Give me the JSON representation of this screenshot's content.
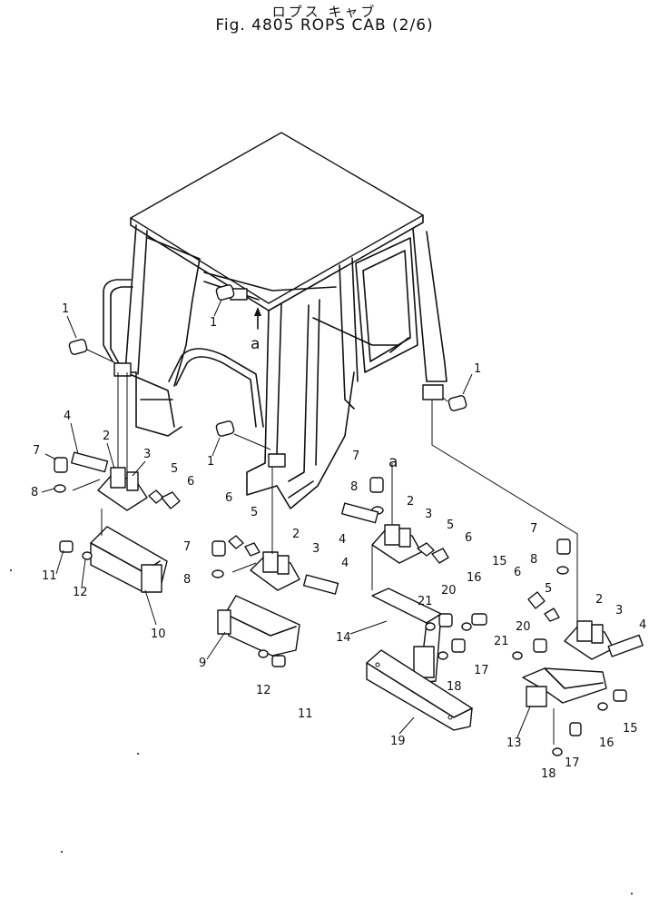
{
  "header": {
    "title_jp": "ロプス キャブ",
    "title_en": "Fig. 4805 ROPS CAB (2/6)"
  },
  "callouts": [
    {
      "id": "c-1a",
      "text": "1"
    },
    {
      "id": "c-1b",
      "text": "1"
    },
    {
      "id": "c-1c",
      "text": "1"
    },
    {
      "id": "c-1d",
      "text": "1"
    },
    {
      "id": "c-a1",
      "text": "a"
    },
    {
      "id": "c-a2",
      "text": "a"
    },
    {
      "id": "c-4a",
      "text": "4"
    },
    {
      "id": "c-2a",
      "text": "2"
    },
    {
      "id": "c-3a",
      "text": "3"
    },
    {
      "id": "c-7a",
      "text": "7"
    },
    {
      "id": "c-8a",
      "text": "8"
    },
    {
      "id": "c-5a",
      "text": "5"
    },
    {
      "id": "c-6a",
      "text": "6"
    },
    {
      "id": "c-11a",
      "text": "11"
    },
    {
      "id": "c-12a",
      "text": "12"
    },
    {
      "id": "c-10",
      "text": "10"
    },
    {
      "id": "c-6b",
      "text": "6"
    },
    {
      "id": "c-5b",
      "text": "5"
    },
    {
      "id": "c-7b",
      "text": "7"
    },
    {
      "id": "c-8b",
      "text": "8"
    },
    {
      "id": "c-2b",
      "text": "2"
    },
    {
      "id": "c-3b",
      "text": "3"
    },
    {
      "id": "c-4b",
      "text": "4"
    },
    {
      "id": "c-9",
      "text": "9"
    },
    {
      "id": "c-12b",
      "text": "12"
    },
    {
      "id": "c-11b",
      "text": "11"
    },
    {
      "id": "c-7c",
      "text": "7"
    },
    {
      "id": "c-8c",
      "text": "8"
    },
    {
      "id": "c-4c",
      "text": "4"
    },
    {
      "id": "c-2c",
      "text": "2"
    },
    {
      "id": "c-3c",
      "text": "3"
    },
    {
      "id": "c-5c",
      "text": "5"
    },
    {
      "id": "c-6c",
      "text": "6"
    },
    {
      "id": "c-15a",
      "text": "15"
    },
    {
      "id": "c-16a",
      "text": "16"
    },
    {
      "id": "c-20a",
      "text": "20"
    },
    {
      "id": "c-21a",
      "text": "21"
    },
    {
      "id": "c-14",
      "text": "14"
    },
    {
      "id": "c-17a",
      "text": "17"
    },
    {
      "id": "c-18a",
      "text": "18"
    },
    {
      "id": "c-19",
      "text": "19"
    },
    {
      "id": "c-7d",
      "text": "7"
    },
    {
      "id": "c-8d",
      "text": "8"
    },
    {
      "id": "c-6d",
      "text": "6"
    },
    {
      "id": "c-5d",
      "text": "5"
    },
    {
      "id": "c-2d",
      "text": "2"
    },
    {
      "id": "c-3d",
      "text": "3"
    },
    {
      "id": "c-4d",
      "text": "4"
    },
    {
      "id": "c-20b",
      "text": "20"
    },
    {
      "id": "c-21b",
      "text": "21"
    },
    {
      "id": "c-15b",
      "text": "15"
    },
    {
      "id": "c-16b",
      "text": "16"
    },
    {
      "id": "c-13",
      "text": "13"
    },
    {
      "id": "c-17b",
      "text": "17"
    },
    {
      "id": "c-18b",
      "text": "18"
    }
  ]
}
